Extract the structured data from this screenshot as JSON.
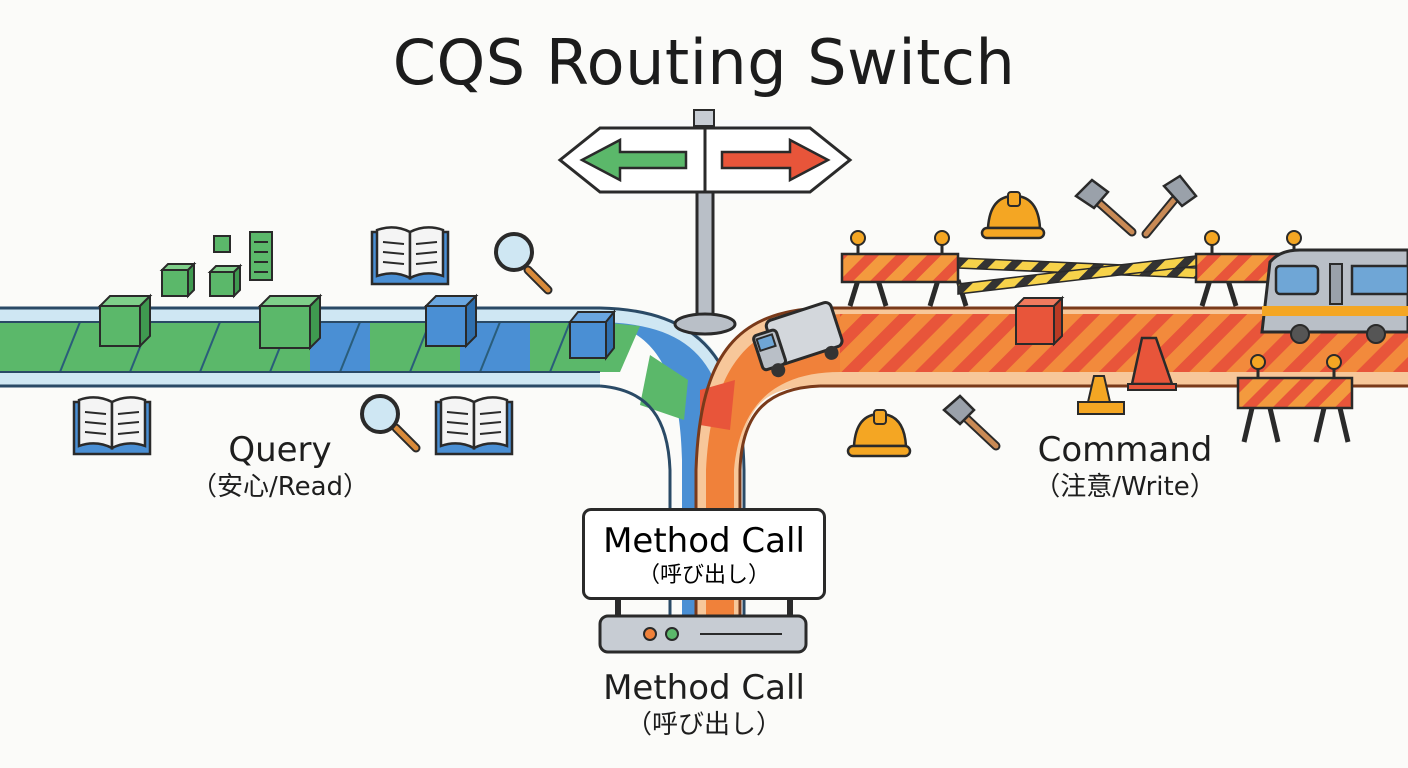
{
  "title": "CQS Routing Switch",
  "query": {
    "label": "Query",
    "sublabel": "（安心/Read）"
  },
  "command": {
    "label": "Command",
    "sublabel": "（注意/Write）"
  },
  "method_box": {
    "label": "Method Call",
    "sublabel": "（呼び出し）"
  },
  "bottom_caption": {
    "label": "Method Call",
    "sublabel": "（呼び出し）"
  },
  "colors": {
    "query_green": "#5bb86a",
    "query_blue": "#4a8fd4",
    "command_orange": "#f0813a",
    "command_red": "#e8553a",
    "outline": "#2a2a2a",
    "hardhat": "#f4a623"
  }
}
